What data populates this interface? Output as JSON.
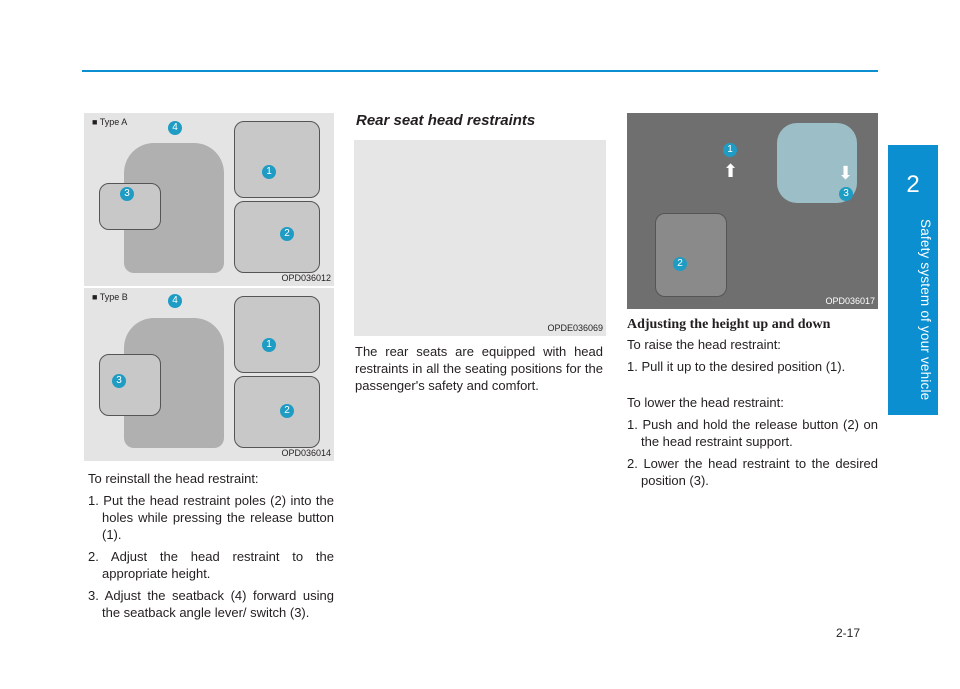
{
  "page": {
    "chapter_number": "2",
    "chapter_title": "Safety system of your vehicle",
    "page_number": "2-17"
  },
  "left_column": {
    "fig_a": {
      "type_label": "■ Type A",
      "code": "OPD036012",
      "callouts": [
        "4",
        "1",
        "3",
        "2"
      ]
    },
    "fig_b": {
      "type_label": "■ Type B",
      "code": "OPD036014",
      "callouts": [
        "4",
        "1",
        "3",
        "2"
      ]
    },
    "intro": "To reinstall the head restraint:",
    "steps": [
      "1. Put the head restraint poles (2) into the holes while pressing the release button (1).",
      "2. Adjust the head restraint to the appropriate height.",
      "3. Adjust the seatback (4) forward using the seatback angle lever/ switch (3)."
    ]
  },
  "middle_column": {
    "heading": "Rear seat head restraints",
    "fig_code": "OPDE036069",
    "body": "The rear seats are equipped with head restraints in all the seating positions for the passenger's safety and comfort."
  },
  "right_column": {
    "fig_code": "OPD036017",
    "callouts": [
      "1",
      "3",
      "2"
    ],
    "heading": "Adjusting the height up and down",
    "raise_intro": "To raise the head restraint:",
    "raise_steps": [
      "1. Pull it up to the desired position (1)."
    ],
    "lower_intro": "To lower the head restraint:",
    "lower_steps": [
      "1. Push and hold the release button (2) on the head restraint support.",
      "2. Lower the head restraint to the desired position (3)."
    ]
  },
  "colors": {
    "accent": "#0b8fd0",
    "callout": "#1f9cc4"
  }
}
